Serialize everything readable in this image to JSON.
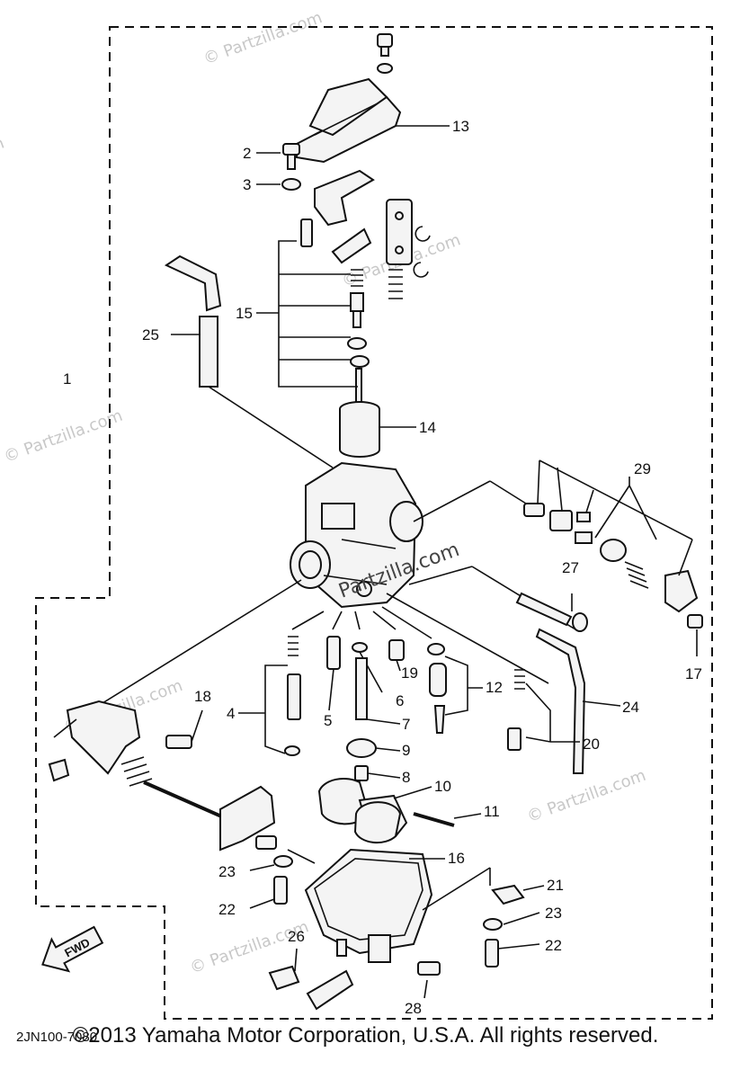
{
  "diagram": {
    "part_numbers": [
      "1",
      "2",
      "3",
      "4",
      "5",
      "6",
      "7",
      "8",
      "9",
      "10",
      "11",
      "12",
      "13",
      "14",
      "15",
      "16",
      "17",
      "18",
      "19",
      "20",
      "21",
      "22",
      "23",
      "24",
      "25",
      "26",
      "27",
      "28",
      "29"
    ],
    "diagram_code": "2JN100-7080",
    "fwd_label": "FWD",
    "watermark": "© Partzilla.com",
    "watermark_center": "Partzilla.com"
  },
  "footer": {
    "copyright": "©2013 Yamaha Motor Corporation, U.S.A. All rights reserved."
  }
}
